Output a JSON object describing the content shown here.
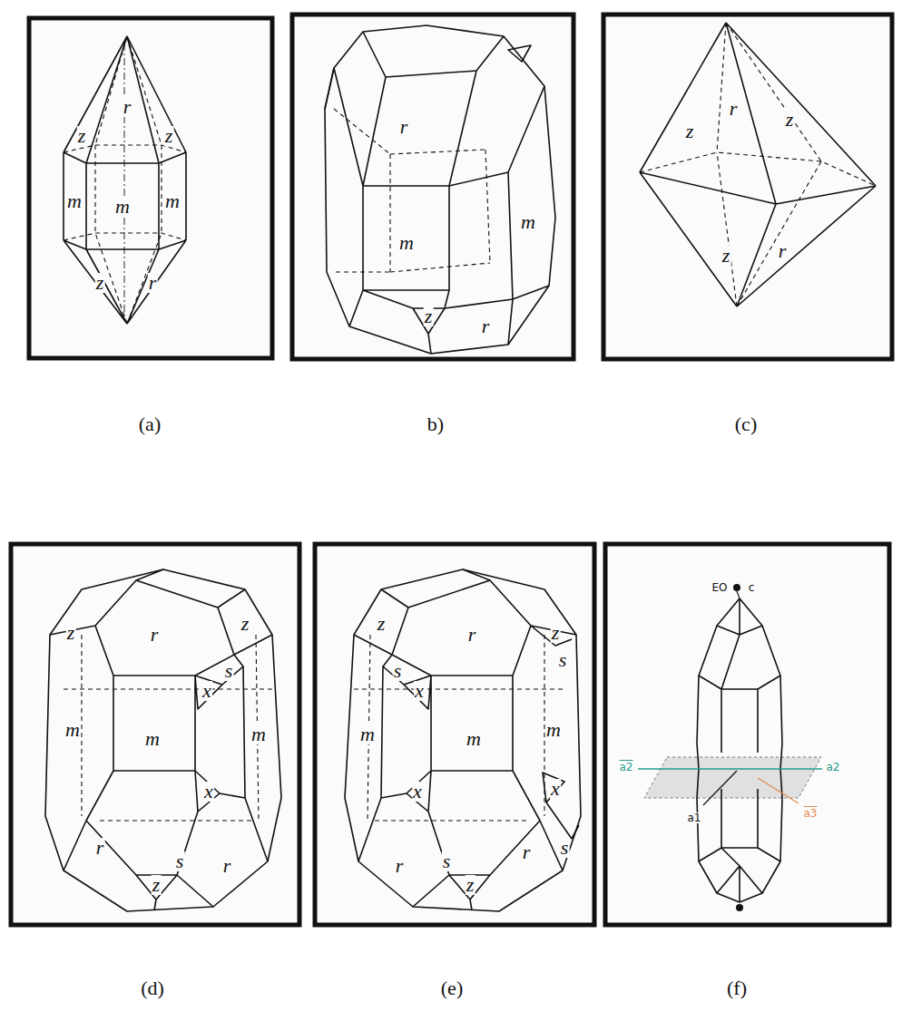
{
  "diagram": {
    "labels": [
      "z",
      "r",
      "z",
      "m",
      "m",
      "m",
      "z",
      "r",
      "r",
      "m",
      "m",
      "z",
      "r",
      "z",
      "r",
      "z",
      "z",
      "r",
      "(a)",
      "b)",
      "(c)",
      "z",
      "r",
      "z",
      "s",
      "x",
      "m",
      "m",
      "m",
      "x",
      "r",
      "s",
      "z",
      "r",
      "z",
      "r",
      "z",
      "s",
      "s",
      "x",
      "m",
      "m",
      "m",
      "x",
      "s",
      "r",
      "x",
      "s",
      "z",
      "r",
      "EO",
      "c",
      "a2",
      "a2",
      "a1",
      "a3",
      "(d)",
      "(e)",
      "(f)"
    ]
  }
}
